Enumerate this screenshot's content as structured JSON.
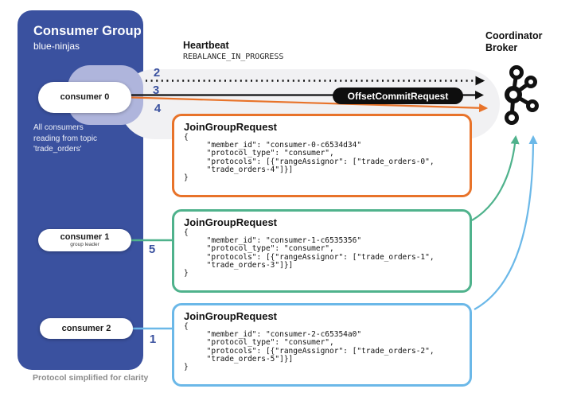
{
  "panel": {
    "title": "Consumer Group",
    "subtitle": "blue-ninjas",
    "note": "All consumers\nreading from topic\n'trade_orders'",
    "footer": "Protocol simplified for clarity"
  },
  "consumers": [
    {
      "label": "consumer 0",
      "sublabel": ""
    },
    {
      "label": "consumer 1",
      "sublabel": "group leader"
    },
    {
      "label": "consumer 2",
      "sublabel": ""
    }
  ],
  "heartbeat": {
    "title": "Heartbeat",
    "status": "REBALANCE_IN_PROGRESS"
  },
  "coordinator": {
    "label": "Coordinator\nBroker",
    "icon": "kafka-logo"
  },
  "offset_commit": {
    "label": "OffsetCommitRequest"
  },
  "steps": {
    "heartbeat": "2",
    "offset_commit": "3",
    "join_consumer0": "4",
    "join_consumer1": "5",
    "join_consumer2": "1"
  },
  "requests": [
    {
      "title": "JoinGroupRequest",
      "body": "{\n     \"member_id\": \"consumer-0-c6534d34\"\n     \"protocol_type\": \"consumer\",\n     \"protocols\": [{\"rangeAssignor\": [\"trade_orders-0\",\n     \"trade_orders-4\"]}]\n}",
      "accent": "#E8732A"
    },
    {
      "title": "JoinGroupRequest",
      "body": "{\n     \"member_id\": \"consumer-1-c6535356\"\n     \"protocol_type\": \"consumer\",\n     \"protocols\": [{\"rangeAssignor\": [\"trade_orders-1\",\n     \"trade_orders-3\"]}]\n}",
      "accent": "#4FB28C"
    },
    {
      "title": "JoinGroupRequest",
      "body": "{\n     \"member_id\": \"consumer-2-c65354a0\"\n     \"protocol_type\": \"consumer\",\n     \"protocols\": [{\"rangeAssignor\": [\"trade_orders-2\",\n     \"trade_orders-5\"]}]\n}",
      "accent": "#6BB8E8"
    }
  ],
  "colors": {
    "panel_blue": "#3A519F",
    "halo_lavender": "#AFB5DC",
    "band_gray": "#F1F1F3",
    "arrow_black": "#111111",
    "accent_orange": "#E8732A",
    "accent_green": "#4FB28C",
    "accent_blue": "#6BB8E8",
    "step_number_blue": "#3A519F",
    "footer_gray": "#8C8C8C"
  }
}
